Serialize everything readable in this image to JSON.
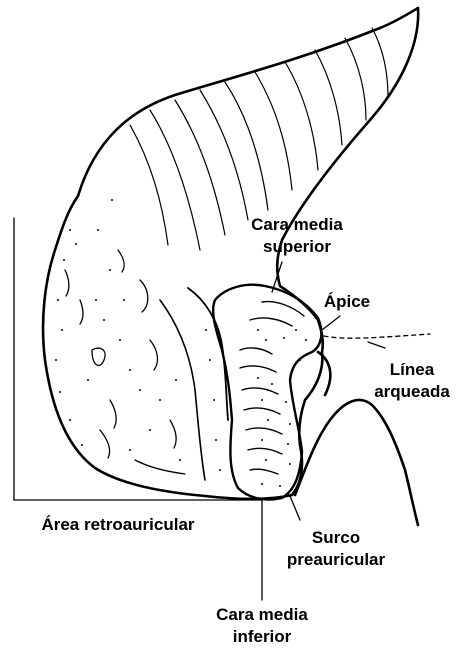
{
  "labels": {
    "cara_media_superior": [
      "Cara media",
      "superior"
    ],
    "apice": "Ápice",
    "linea_arqueada": [
      "Línea",
      "arqueada"
    ],
    "area_retroauricular": "Área retroauricular",
    "surco_preauricular": [
      "Surco",
      "preauricular"
    ],
    "cara_media_inferior": [
      "Cara media",
      "inferior"
    ]
  },
  "colors": {
    "ink": "#000000",
    "background": "#ffffff"
  }
}
